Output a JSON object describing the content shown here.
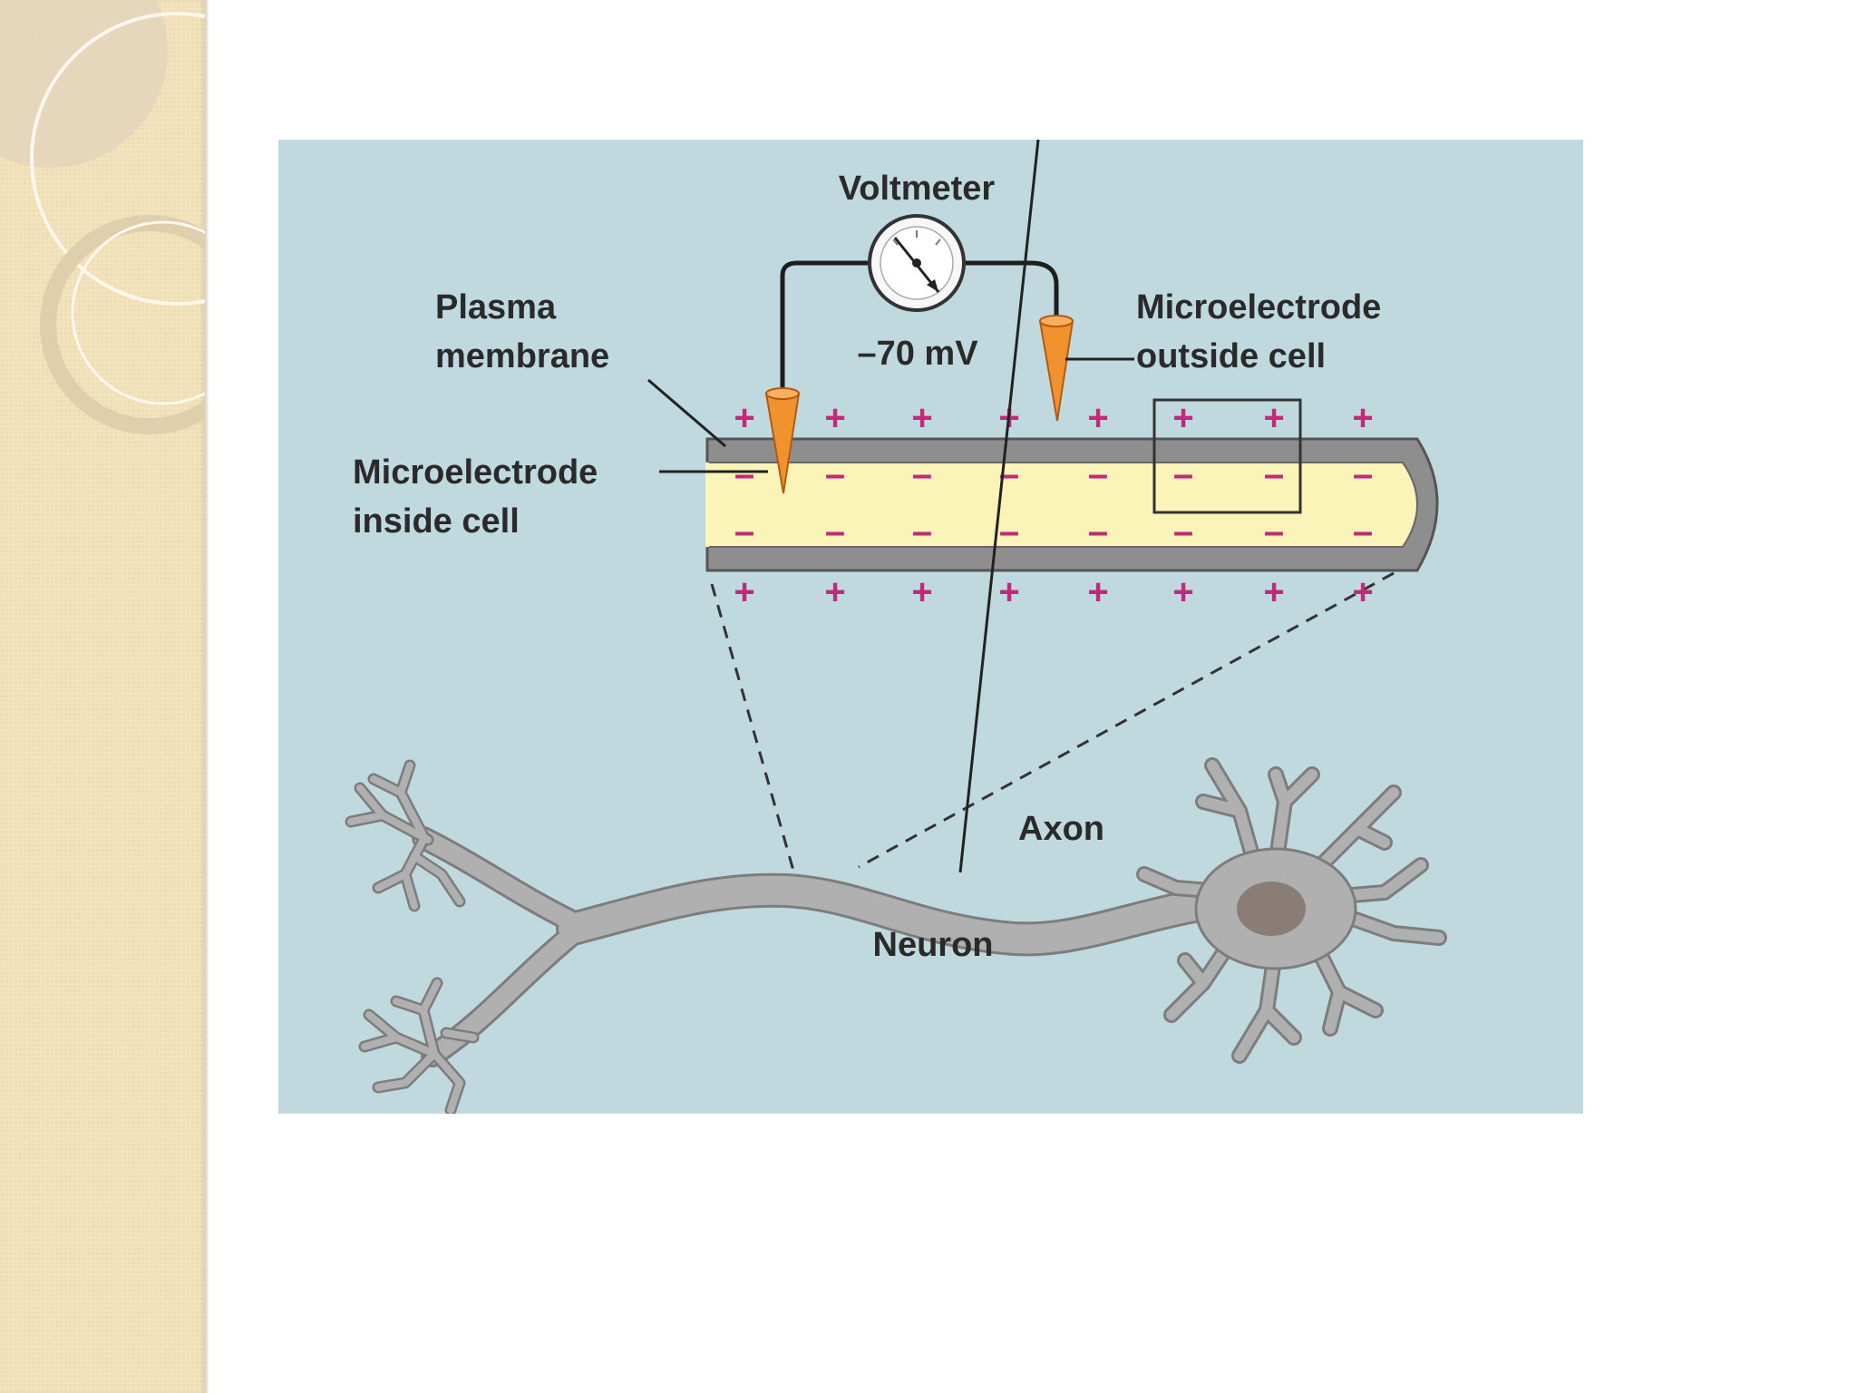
{
  "labels": {
    "voltmeter": "Voltmeter",
    "reading": "–70 mV",
    "plasma_line1": "Plasma",
    "plasma_line2": "membrane",
    "outside_line1": "Microelectrode",
    "outside_line2": "outside cell",
    "inside_line1": "Microelectrode",
    "inside_line2": "inside cell",
    "axon": "Axon",
    "neuron": "Neuron"
  },
  "signs": {
    "positive": "+",
    "negative": "–"
  },
  "colors": {
    "panel_background": "#c0d9df",
    "membrane": "#8e8e8e",
    "cytoplasm": "#fbf4b8",
    "electrode": "#f0922e",
    "charge": "#c2297a",
    "neuron": "#b0b0b0",
    "nucleus": "#8a7d75"
  },
  "icons": {
    "meter": "voltmeter-gauge-icon"
  }
}
